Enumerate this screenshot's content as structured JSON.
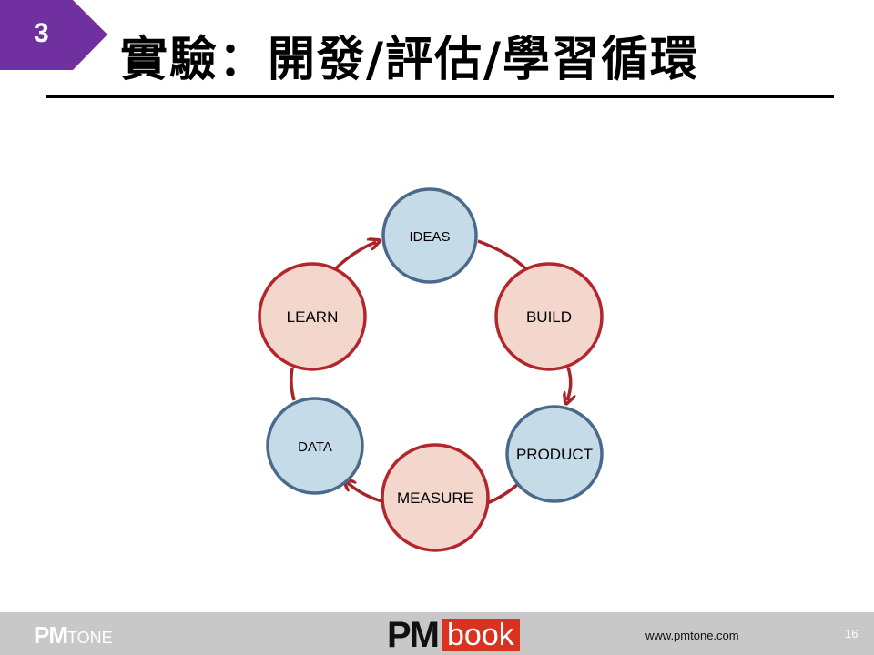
{
  "section_number": "3",
  "title": "實驗：開發/評估/學習循環",
  "cycle": [
    {
      "label": "IDEAS",
      "kind": "blue"
    },
    {
      "label": "BUILD",
      "kind": "red"
    },
    {
      "label": "PRODUCT",
      "kind": "blue"
    },
    {
      "label": "MEASURE",
      "kind": "red"
    },
    {
      "label": "DATA",
      "kind": "blue"
    },
    {
      "label": "LEARN",
      "kind": "red"
    }
  ],
  "colors": {
    "accent": "#7030a0",
    "blue_fill": "#c6dbe8",
    "blue_stroke": "#4a6a8c",
    "red_fill": "#f3d6cc",
    "red_stroke": "#b3262b",
    "arrow": "#a8232a"
  },
  "footer": {
    "logo_left_bold": "PM",
    "logo_left_light": "TONE",
    "logo_center_bold": "PM",
    "logo_center_box": "book",
    "url": "www.pmtone.com",
    "page_number": "16"
  }
}
